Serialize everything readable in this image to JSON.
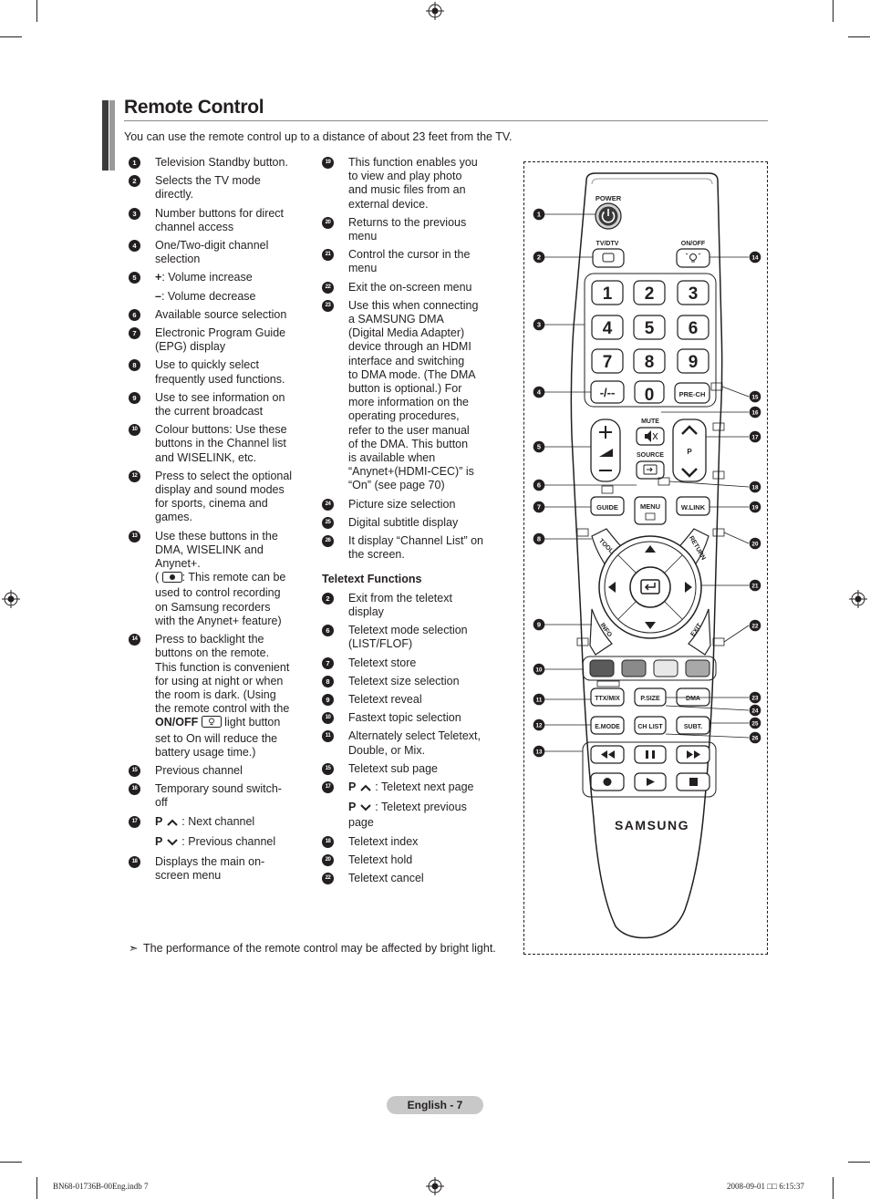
{
  "title": "Remote Control",
  "intro": "You can use the remote control up to a distance of about 23 feet from the TV.",
  "left_items": [
    {
      "num": "1",
      "lines": [
        "Television Standby button."
      ]
    },
    {
      "num": "2",
      "lines": [
        "Selects the TV mode",
        "directly."
      ]
    },
    {
      "num": "3",
      "lines": [
        "Number buttons for direct",
        "channel access"
      ]
    },
    {
      "num": "4",
      "lines": [
        "One/Two-digit channel",
        "selection"
      ]
    },
    {
      "num": "5",
      "lines": [
        "+: Volume increase"
      ]
    },
    {
      "num": "",
      "lines": [
        "–: Volume decrease"
      ]
    },
    {
      "num": "6",
      "lines": [
        "Available source selection"
      ]
    },
    {
      "num": "7",
      "lines": [
        "Electronic Program Guide",
        "(EPG) display"
      ]
    },
    {
      "num": "8",
      "lines": [
        "Use to quickly select",
        "frequently used functions."
      ]
    },
    {
      "num": "9",
      "lines": [
        "Use to see information on",
        "the current broadcast"
      ]
    },
    {
      "num": "10",
      "lines": [
        "Colour buttons: Use these",
        "buttons in the Channel list",
        "and WISELINK, etc."
      ]
    },
    {
      "num": "12",
      "lines": [
        "Press to select the optional",
        "display and sound modes",
        "for sports, cinema and",
        "games."
      ]
    },
    {
      "num": "13",
      "lines": [
        "Use these buttons in the",
        "DMA, WISELINK and",
        "Anynet+.",
        "( [rec]: This remote can be",
        "used to control recording",
        "on Samsung recorders",
        "with the Anynet+ feature)"
      ]
    },
    {
      "num": "14",
      "lines": [
        "Press to backlight the",
        "buttons on the remote.",
        "This function is convenient",
        "for using at night or when",
        "the room is dark. (Using",
        "the remote control with the",
        "ON/OFF [light] light button",
        "set to On will reduce the",
        "battery usage time.)"
      ]
    },
    {
      "num": "15",
      "lines": [
        "Previous channel"
      ]
    },
    {
      "num": "16",
      "lines": [
        "Temporary sound switch-",
        "off"
      ]
    },
    {
      "num": "17",
      "lines": [
        "P [up] : Next channel"
      ]
    },
    {
      "num": "",
      "lines": [
        "P [down] : Previous channel"
      ]
    },
    {
      "num": "18",
      "lines": [
        "Displays the main on-",
        "screen menu"
      ]
    }
  ],
  "right_items": [
    {
      "num": "19",
      "lines": [
        "This function enables you",
        "to view and play photo",
        "and music files from an",
        "external device."
      ]
    },
    {
      "num": "20",
      "lines": [
        "Returns to the previous",
        "menu"
      ]
    },
    {
      "num": "21",
      "lines": [
        "Control the cursor in the",
        "menu"
      ]
    },
    {
      "num": "22",
      "lines": [
        "Exit the on-screen menu"
      ]
    },
    {
      "num": "23",
      "lines": [
        "Use this when connecting",
        "a SAMSUNG DMA",
        "(Digital Media Adapter)",
        "device through an HDMI",
        "interface and switching",
        "to DMA mode. (The DMA",
        "button is optional.) For",
        "more information on the",
        "operating procedures,",
        "refer to the user manual",
        "of the DMA. This button",
        "is available when",
        "“Anynet+(HDMI-CEC)” is",
        "“On” (see page 70)"
      ]
    },
    {
      "num": "24",
      "lines": [
        "Picture size selection"
      ]
    },
    {
      "num": "25",
      "lines": [
        "Digital subtitle display"
      ]
    },
    {
      "num": "26",
      "lines": [
        "It display “Channel List” on",
        "the screen."
      ]
    }
  ],
  "teletext_heading": "Teletext Functions",
  "teletext_items": [
    {
      "num": "2",
      "lines": [
        "Exit from the teletext",
        "display"
      ]
    },
    {
      "num": "6",
      "lines": [
        "Teletext mode selection",
        "(LIST/FLOF)"
      ]
    },
    {
      "num": "7",
      "lines": [
        "Teletext store"
      ]
    },
    {
      "num": "8",
      "lines": [
        "Teletext size selection"
      ]
    },
    {
      "num": "9",
      "lines": [
        "Teletext reveal"
      ]
    },
    {
      "num": "10",
      "lines": [
        "Fastext topic selection"
      ]
    },
    {
      "num": "11",
      "lines": [
        "Alternately select Teletext,",
        "Double, or Mix."
      ]
    },
    {
      "num": "15",
      "lines": [
        "Teletext sub page"
      ]
    },
    {
      "num": "17",
      "lines": [
        "P [up] : Teletext next page"
      ]
    },
    {
      "num": "",
      "lines": [
        "P [down] : Teletext previous",
        "page"
      ]
    },
    {
      "num": "18",
      "lines": [
        "Teletext index"
      ]
    },
    {
      "num": "20",
      "lines": [
        "Teletext hold"
      ]
    },
    {
      "num": "22",
      "lines": [
        "Teletext cancel"
      ]
    }
  ],
  "note": "The performance of the remote control may be affected by bright light.",
  "footer": "English - 7",
  "slug_left": "BN68-01736B-00Eng.indb   7",
  "slug_right": "2008-09-01   □□ 6:15:37",
  "remote": {
    "power": "POWER",
    "tvdtv": "TV/DTV",
    "onoff": "ON/OFF",
    "digits": [
      "1",
      "2",
      "3",
      "4",
      "5",
      "6",
      "7",
      "8",
      "9"
    ],
    "dash": "-/--",
    "zero": "0",
    "prech": "PRE-CH",
    "mute": "MUTE",
    "source": "SOURCE",
    "p": "P",
    "guide": "GUIDE",
    "menu": "MENU",
    "wlink": "W.LINK",
    "tools": "TOOLS",
    "return": "RETURN",
    "info": "INFO",
    "exit": "EXIT",
    "ttx": "TTX/MIX",
    "psize": "P.SIZE",
    "dma": "DMA",
    "emode": "E.MODE",
    "chlist": "CH LIST",
    "subt": "SUBT.",
    "brand": "SAMSUNG",
    "callouts_left": [
      "1",
      "2",
      "3",
      "4",
      "5",
      "6",
      "7",
      "8",
      "9",
      "10",
      "11",
      "12",
      "13"
    ],
    "callouts_right": [
      "14",
      "15",
      "16",
      "17",
      "18",
      "19",
      "20",
      "21",
      "22",
      "23",
      "24",
      "25",
      "26"
    ]
  }
}
